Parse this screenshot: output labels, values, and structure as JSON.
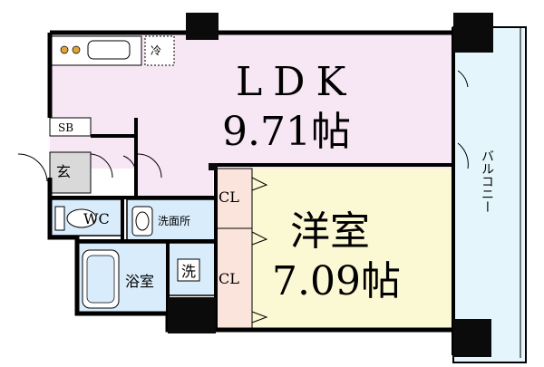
{
  "rooms": {
    "ldk_name": "LDK",
    "ldk_size": "9.71帖",
    "western_name": "洋室",
    "western_size": "7.09帖",
    "closet_upper": "CL",
    "closet_lower": "CL",
    "balcony": "バルコニー",
    "shoebox": "SB",
    "entrance": "玄",
    "toilet": "WC",
    "washroom": "洗面所",
    "bathroom": "浴室",
    "washer": "洗",
    "fridge": "冷"
  },
  "colors": {
    "ldk": "#f7e6f4",
    "western": "#fbf8d4",
    "closet": "#fbe4dc",
    "wet": "#d8ecfb",
    "balcony": "#e4f6fb",
    "entrance": "#d9d9d9",
    "wall": "#0b0b0b"
  }
}
